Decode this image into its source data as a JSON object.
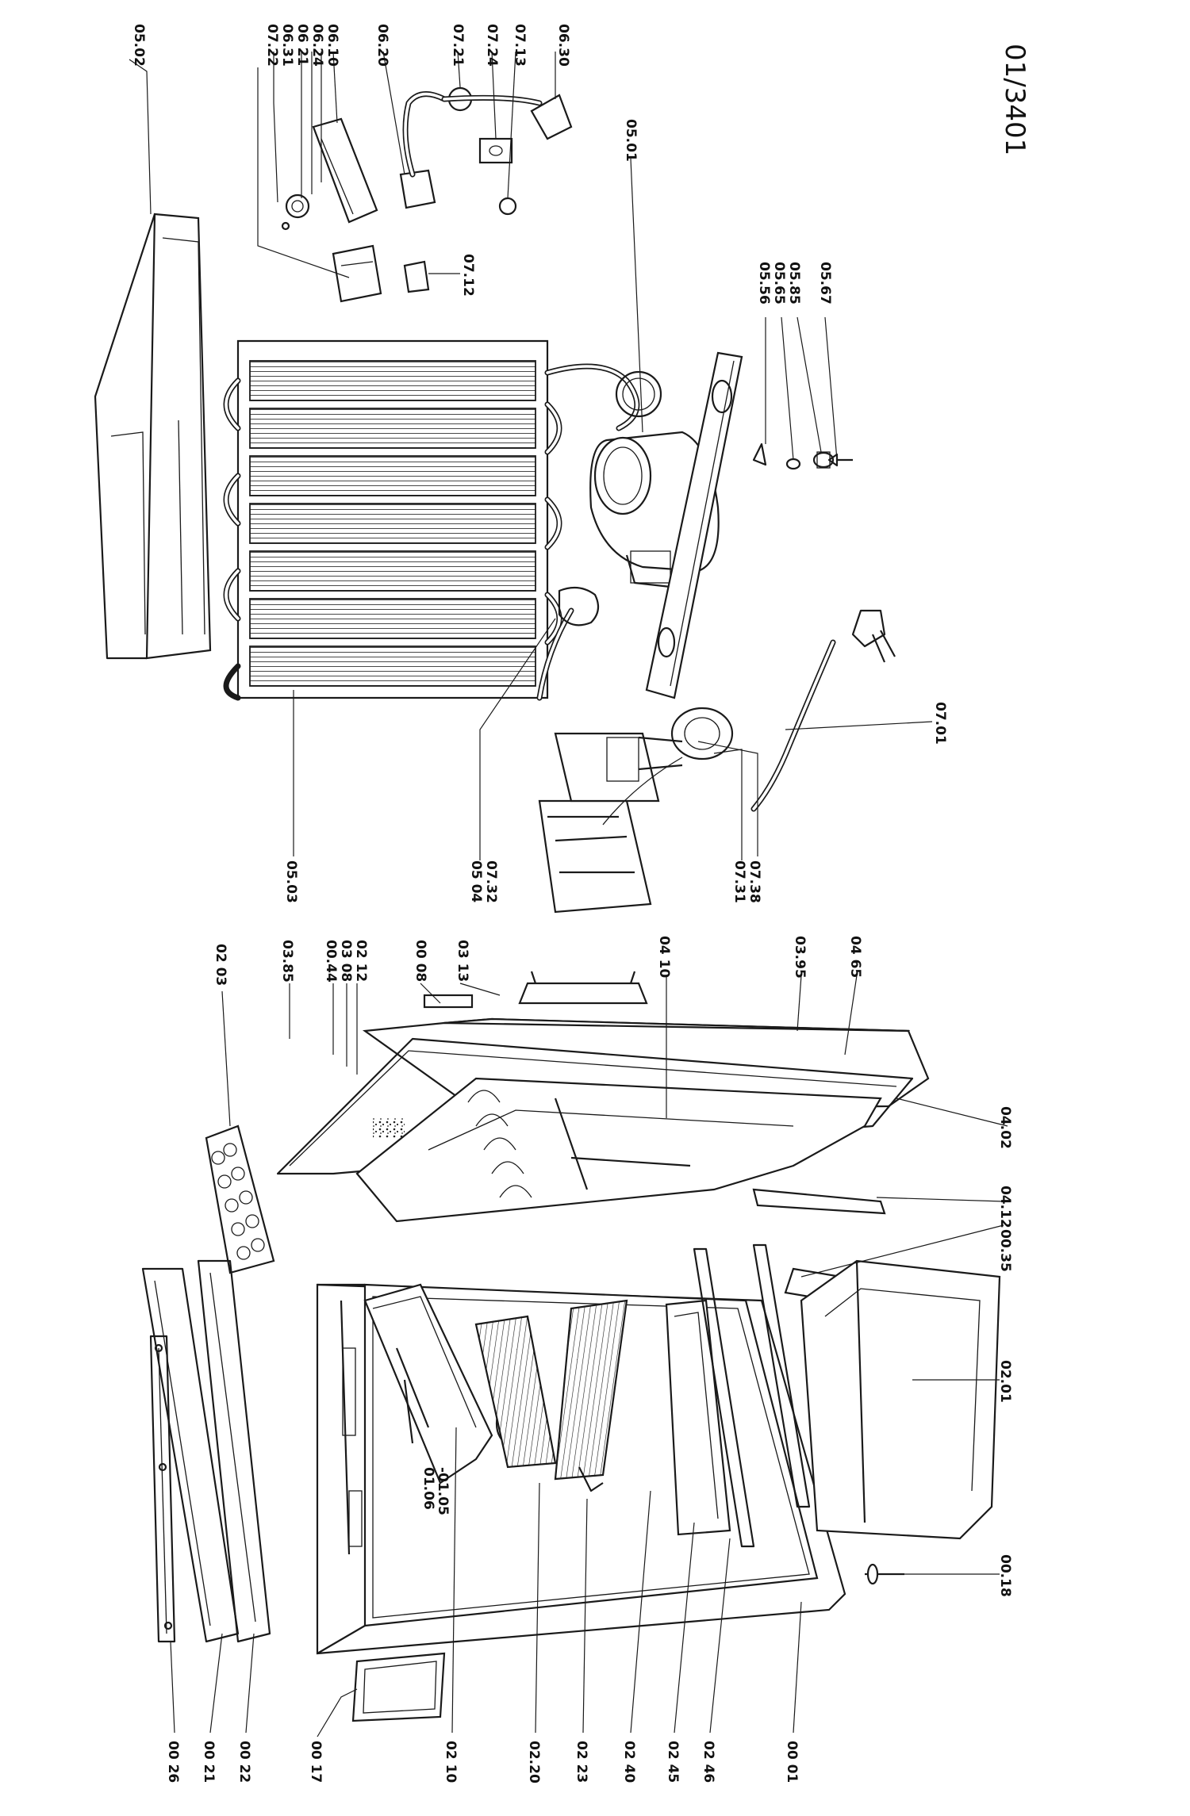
{
  "diagram": {
    "reference": "01/3401",
    "labels": {
      "p0026": "00 26",
      "p0021": "00 21",
      "p0022": "00 22",
      "p0017": "00 17",
      "p0210": "02 10",
      "p0220": "02.20",
      "p0223": "02 23",
      "p0240": "02 40",
      "p0245": "02 45",
      "p0246": "02 46",
      "p0001": "00 01",
      "p0106": "01.06",
      "p0105": "-01.05",
      "p0018": "00.18",
      "p0201": "02.01",
      "p0035": "00.35",
      "p0412": "04.12",
      "p0402": "04.02",
      "p0465": "04 65",
      "p0395": "03.95",
      "p0410": "04 10",
      "p0313": "03 13",
      "p0008": "00 08",
      "p0212": "02 12",
      "p0308": "03 08",
      "p0044": "00.44",
      "p0385": "03.85",
      "p0203": "02 03",
      "p0503": "05.03",
      "p0504": "05 04",
      "p0732": "07.32",
      "p0731": "07.31",
      "p0738": "07.38",
      "p0701": "07.01",
      "p0502": "05.02",
      "p0722": "07.22",
      "p0631": "06.31",
      "p0621": "06 21",
      "p0624": "06.24",
      "p0610": "06.10",
      "p0620": "06.20",
      "p0721": "07.21",
      "p0724": "07.24",
      "p0713": "07.13",
      "p0630": "06.30",
      "p0712": "07.12",
      "p0501": "05.01",
      "p0556": "05.56",
      "p0565": "05.65",
      "p0585": "05.85",
      "p0567": "05.67"
    }
  }
}
